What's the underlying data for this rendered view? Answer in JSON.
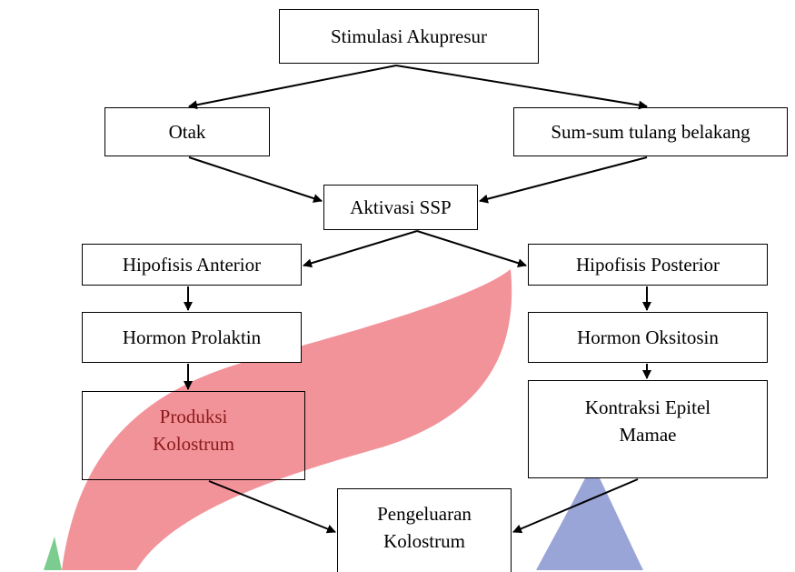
{
  "diagram": {
    "nodes": {
      "stimulasi": "Stimulasi Akupresur",
      "otak": "Otak",
      "sumsum": "Sum-sum tulang belakang",
      "aktivasi": "Aktivasi SSP",
      "hip_anterior": "Hipofisis Anterior",
      "hip_posterior": "Hipofisis Posterior",
      "prolaktin": "Hormon Prolaktin",
      "oksitosin": "Hormon Oksitosin",
      "produksi": "Produksi\nKolostrum",
      "kontraksi": "Kontraksi Epitel\nMamae",
      "pengeluaran": "Pengeluaran\nKolostrum"
    },
    "edges": [
      [
        "stimulasi",
        "otak"
      ],
      [
        "stimulasi",
        "sumsum"
      ],
      [
        "otak",
        "aktivasi"
      ],
      [
        "sumsum",
        "aktivasi"
      ],
      [
        "aktivasi",
        "hip_anterior"
      ],
      [
        "aktivasi",
        "hip_posterior"
      ],
      [
        "hip_anterior",
        "prolaktin"
      ],
      [
        "hip_posterior",
        "oksitosin"
      ],
      [
        "prolaktin",
        "produksi"
      ],
      [
        "oksitosin",
        "kontraksi"
      ],
      [
        "produksi",
        "pengeluaran"
      ],
      [
        "kontraksi",
        "pengeluaran"
      ]
    ]
  },
  "colors": {
    "watermark_red": "#ee6f78",
    "watermark_blue": "#6e7fc4",
    "watermark_green": "#5dbf73",
    "produksi_text": "#8b1a1a",
    "line": "#000000"
  }
}
